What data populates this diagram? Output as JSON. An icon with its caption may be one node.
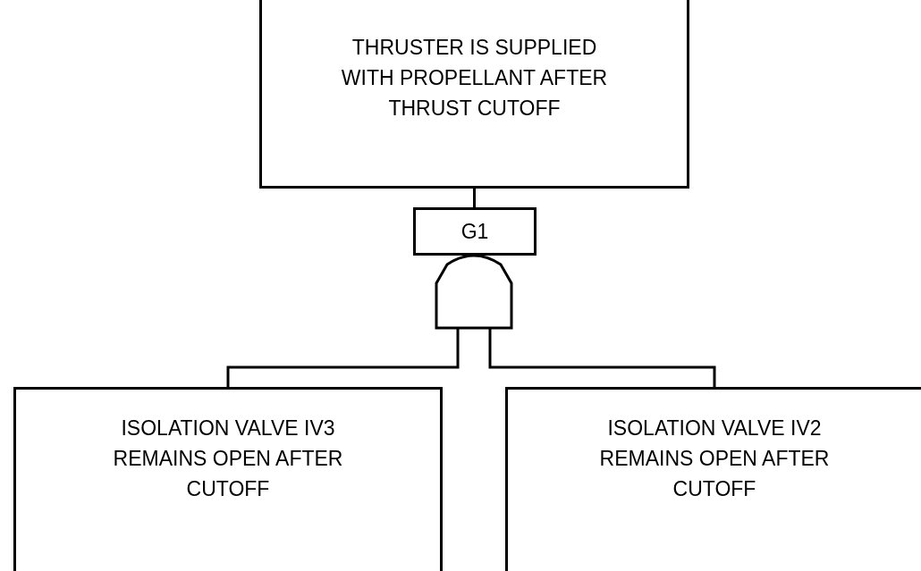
{
  "diagram": {
    "nodes": [
      {
        "text": [
          "THRUSTER IS SUPPLIED WITH PROPELLANT AFTER THRUST CUTOFF"
        ]
      },
      {
        "text": [
          "G1"
        ]
      },
      {
        "text": [],
        "shape": "gate"
      },
      {
        "text": [
          "ISOLATION VALVE IV3 REMAINS OPEN AFTER CUTOFF"
        ]
      },
      {
        "text": [
          "ISOLATION VALVE IV2 REMAINS OPEN AFTER CUTOFF"
        ]
      }
    ],
    "edges": [
      {
        "from": 0,
        "to": 1,
        "arrow": "none"
      },
      {
        "from": 2,
        "to": 3,
        "arrow": "none"
      },
      {
        "from": 2,
        "to": 4,
        "arrow": "none"
      }
    ]
  }
}
